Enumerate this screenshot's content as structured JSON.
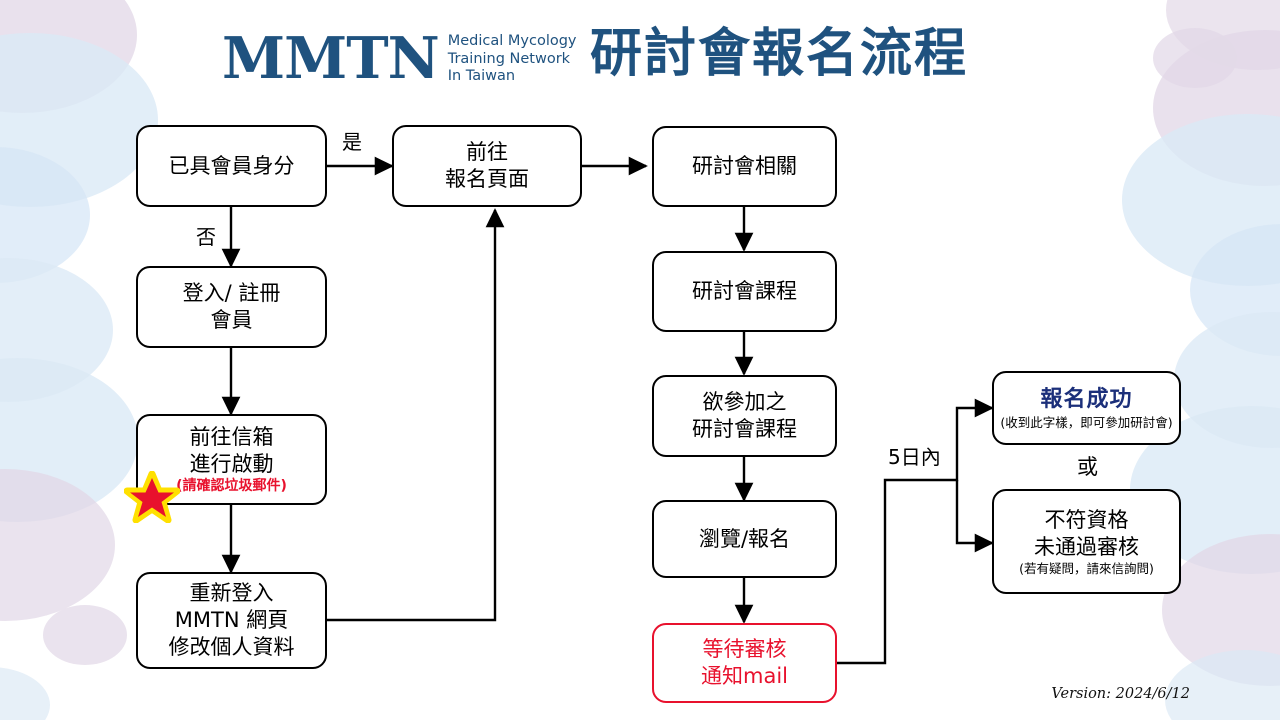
{
  "header": {
    "logo_mark": "MMTN",
    "logo_subtitle": "Medical Mycology\nTraining Network\nIn Taiwan",
    "title": "研討會報名流程",
    "brand_color": "#1f527f"
  },
  "footer": {
    "version": "Version: 2024/6/12"
  },
  "flow": {
    "nodes": [
      {
        "id": "member-status",
        "text": "已具會員身分"
      },
      {
        "id": "login-register",
        "text": "登入/ 註冊\n會員"
      },
      {
        "id": "mailbox-activate",
        "text": "前往信箱\n進行啟動",
        "note": "(請確認垃圾郵件)",
        "note_color": "#e8112d",
        "star": true
      },
      {
        "id": "relogin-profile",
        "text": "重新登入\nMMTN 網頁\n修改個人資料"
      },
      {
        "id": "signup-page",
        "text": "前往\n報名頁面"
      },
      {
        "id": "seminar-info",
        "text": "研討會相關"
      },
      {
        "id": "seminar-course",
        "text": "研討會課程"
      },
      {
        "id": "target-course",
        "text": "欲參加之\n研討會課程"
      },
      {
        "id": "browse-signup",
        "text": "瀏覽/報名"
      },
      {
        "id": "await-review",
        "text": "等待審核\n通知mail",
        "color": "#e8112d"
      },
      {
        "id": "signup-success",
        "text": "報名成功",
        "note": "(收到此字樣，即可參加研討會)",
        "color": "#1b2f7a"
      },
      {
        "id": "not-qualified",
        "text": "不符資格\n未通過審核",
        "note": "(若有疑問，請來信詢問)"
      }
    ],
    "labels": {
      "yes": "是",
      "no": "否",
      "within_5_days": "5日內",
      "or": "或"
    }
  },
  "decor": {
    "blue": "#d6e6f4",
    "lavender": "#ddd2e3"
  }
}
